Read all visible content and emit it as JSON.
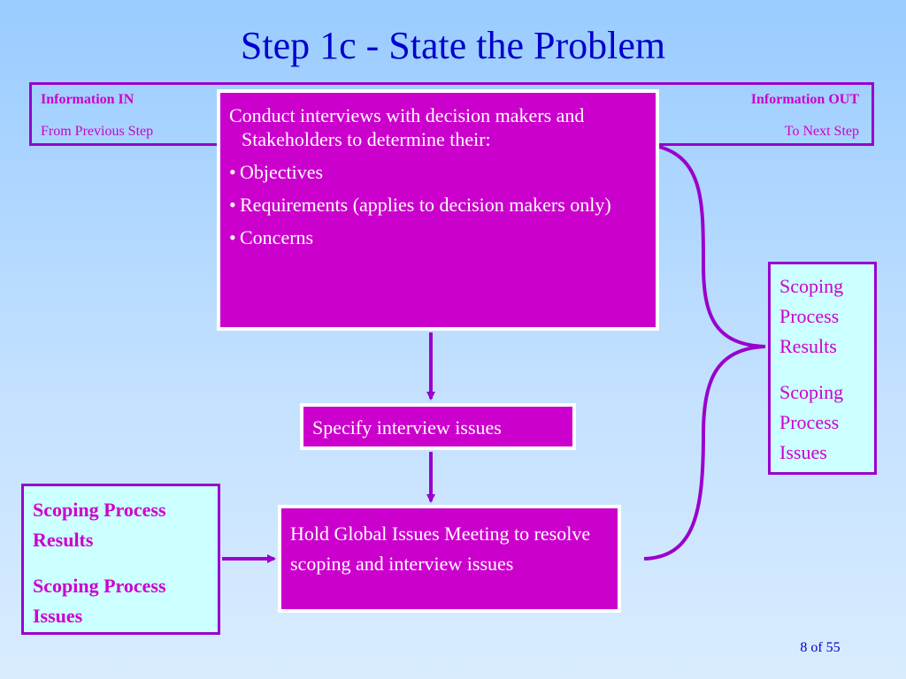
{
  "title": "Step 1c - State the Problem",
  "info_bar": {
    "in_label": "Information IN",
    "in_sub": "From Previous Step",
    "out_label": "Information OUT",
    "out_sub": "To Next Step"
  },
  "main_box": {
    "intro": "Conduct interviews with decision makers and Stakeholders to determine their:",
    "bullets": [
      "Objectives",
      "Requirements (applies to decision makers only)",
      "Concerns"
    ]
  },
  "specify_box": "Specify interview issues",
  "hold_box": "Hold Global Issues Meeting to resolve scoping and interview issues",
  "left_box": {
    "line1": "Scoping Process Results",
    "line2": "Scoping Process Issues"
  },
  "right_box": {
    "line1": "Scoping Process Results",
    "line2": "Scoping Process Issues"
  },
  "page_number": "8 of 55",
  "colors": {
    "title": "#0000cc",
    "magenta": "#cc00cc",
    "purple": "#9900cc",
    "cyan": "#ccffff"
  }
}
